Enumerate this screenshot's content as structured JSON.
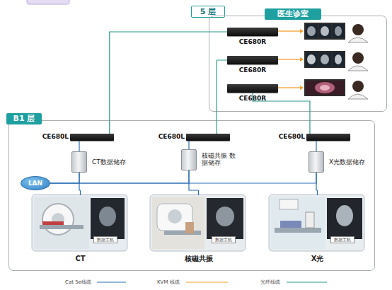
{
  "diagram": {
    "nodes": [
      {
        "text": [
          "5 层"
        ]
      },
      {
        "text": [
          "医生诊室"
        ]
      },
      {
        "text": [
          "CE680R"
        ],
        "in": 1
      },
      {
        "text": [
          "CE680R"
        ],
        "in": 1
      },
      {
        "text": [
          "CE680R"
        ],
        "in": 1
      },
      {
        "text": [
          "B1 层"
        ]
      },
      {
        "text": [
          "CE680L"
        ],
        "in": 5
      },
      {
        "text": [
          "CT数据储存"
        ],
        "in": 5
      },
      {
        "text": [
          "CE680L"
        ],
        "in": 5
      },
      {
        "text": [
          "核磁共振 数据储存"
        ],
        "in": 5
      },
      {
        "text": [
          "CE680L"
        ],
        "in": 5
      },
      {
        "text": [
          "X光数据储存"
        ],
        "in": 5
      },
      {
        "text": [
          "LAN"
        ],
        "in": 5
      },
      {
        "text": [
          "数据主机",
          "CT"
        ],
        "in": 5
      },
      {
        "text": [
          "数据主机",
          "核磁共振"
        ],
        "in": 5
      },
      {
        "text": [
          "数据主机",
          "X光"
        ],
        "in": 5
      }
    ],
    "edges": [
      {
        "from": 6,
        "to": 2,
        "arrow": "none"
      },
      {
        "from": 8,
        "to": 3,
        "arrow": "none"
      },
      {
        "from": 10,
        "to": 4,
        "arrow": "none"
      },
      {
        "from": 6,
        "to": 7,
        "arrow": "none"
      },
      {
        "from": 8,
        "to": 9,
        "arrow": "none"
      },
      {
        "from": 10,
        "to": 11,
        "arrow": "none"
      },
      {
        "from": 7,
        "to": 12,
        "arrow": "none"
      },
      {
        "from": 9,
        "to": 12,
        "arrow": "none"
      },
      {
        "from": 11,
        "to": 12,
        "arrow": "none"
      },
      {
        "from": 13,
        "to": 7,
        "arrow": "none"
      },
      {
        "from": 14,
        "to": 9,
        "arrow": "none"
      },
      {
        "from": 15,
        "to": 11,
        "arrow": "none"
      }
    ],
    "legend": [
      {
        "text": "Cat 5e线缆"
      },
      {
        "text": "KVM 线缆"
      },
      {
        "text": "光纤线缆"
      }
    ]
  }
}
